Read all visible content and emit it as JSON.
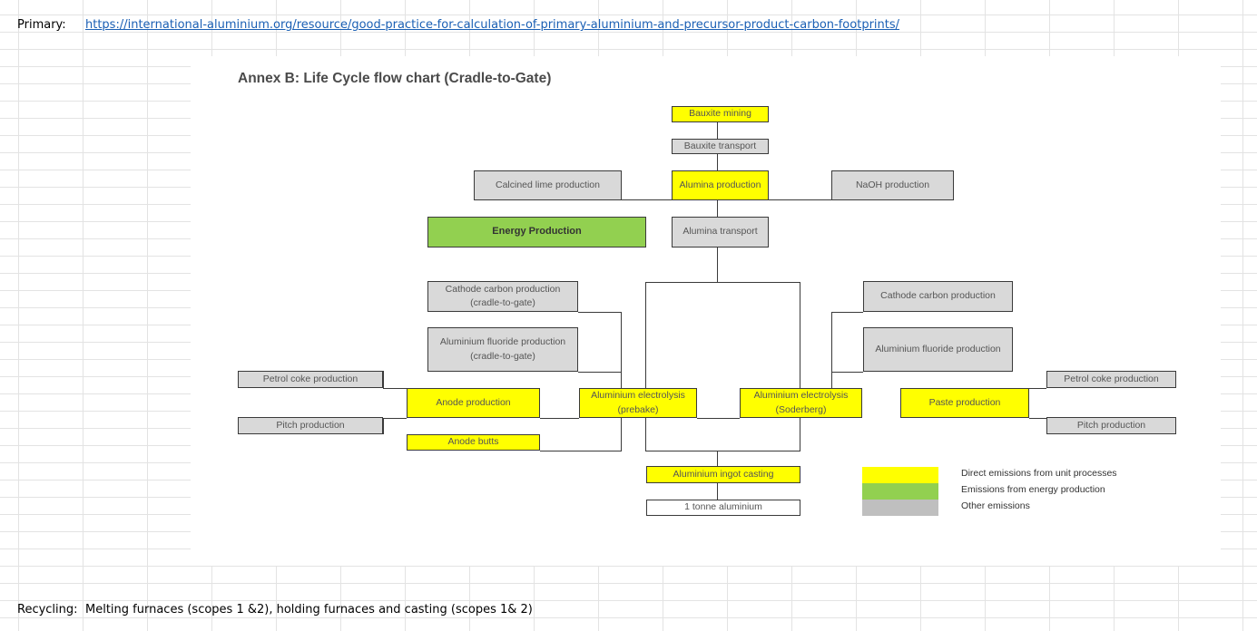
{
  "sheet": {
    "row1": {
      "label": "Primary:",
      "url": "https://international-aluminium.org/resource/good-practice-for-calculation-of-primary-aluminium-and-precursor-product-carbon-footprints/"
    },
    "row_last": {
      "label": "Recycling:",
      "text": "Melting furnaces (scopes 1 &2), holding furnaces and casting (scopes 1& 2)"
    }
  },
  "chart": {
    "title": "Annex B: Life Cycle flow chart (Cradle-to-Gate)",
    "nodes": {
      "bauxite_mining": "Bauxite mining",
      "bauxite_transport": "Bauxite transport",
      "calcined_lime": "Calcined lime production",
      "alumina_production": "Alumina production",
      "naoh": "NaOH production",
      "energy": "Energy Production",
      "alumina_transport": "Alumina transport",
      "cathode_left": "Cathode carbon production (cradle-to-gate)",
      "alf_left": "Aluminium fluoride production (cradle-to-gate)",
      "cathode_right": "Cathode carbon production",
      "alf_right": "Aluminium fluoride production",
      "petrol_left": "Petrol coke production",
      "pitch_left": "Pitch production",
      "anode_production": "Anode production",
      "anode_butts": "Anode butts",
      "electrolysis_prebake": "Aluminium electrolysis (prebake)",
      "electrolysis_soderberg": "Aluminium electrolysis (Soderberg)",
      "paste_production": "Paste production",
      "petrol_right": "Petrol coke production",
      "pitch_right": "Pitch production",
      "ingot_casting": "Aluminium ingot casting",
      "one_tonne": "1 tonne aluminium"
    },
    "legend": {
      "direct": "Direct emissions from unit processes",
      "energy": "Emissions from energy production",
      "other": "Other emissions"
    },
    "colors": {
      "direct": "#ffff00",
      "energy": "#92d050",
      "other": "#bfbfbf"
    }
  }
}
